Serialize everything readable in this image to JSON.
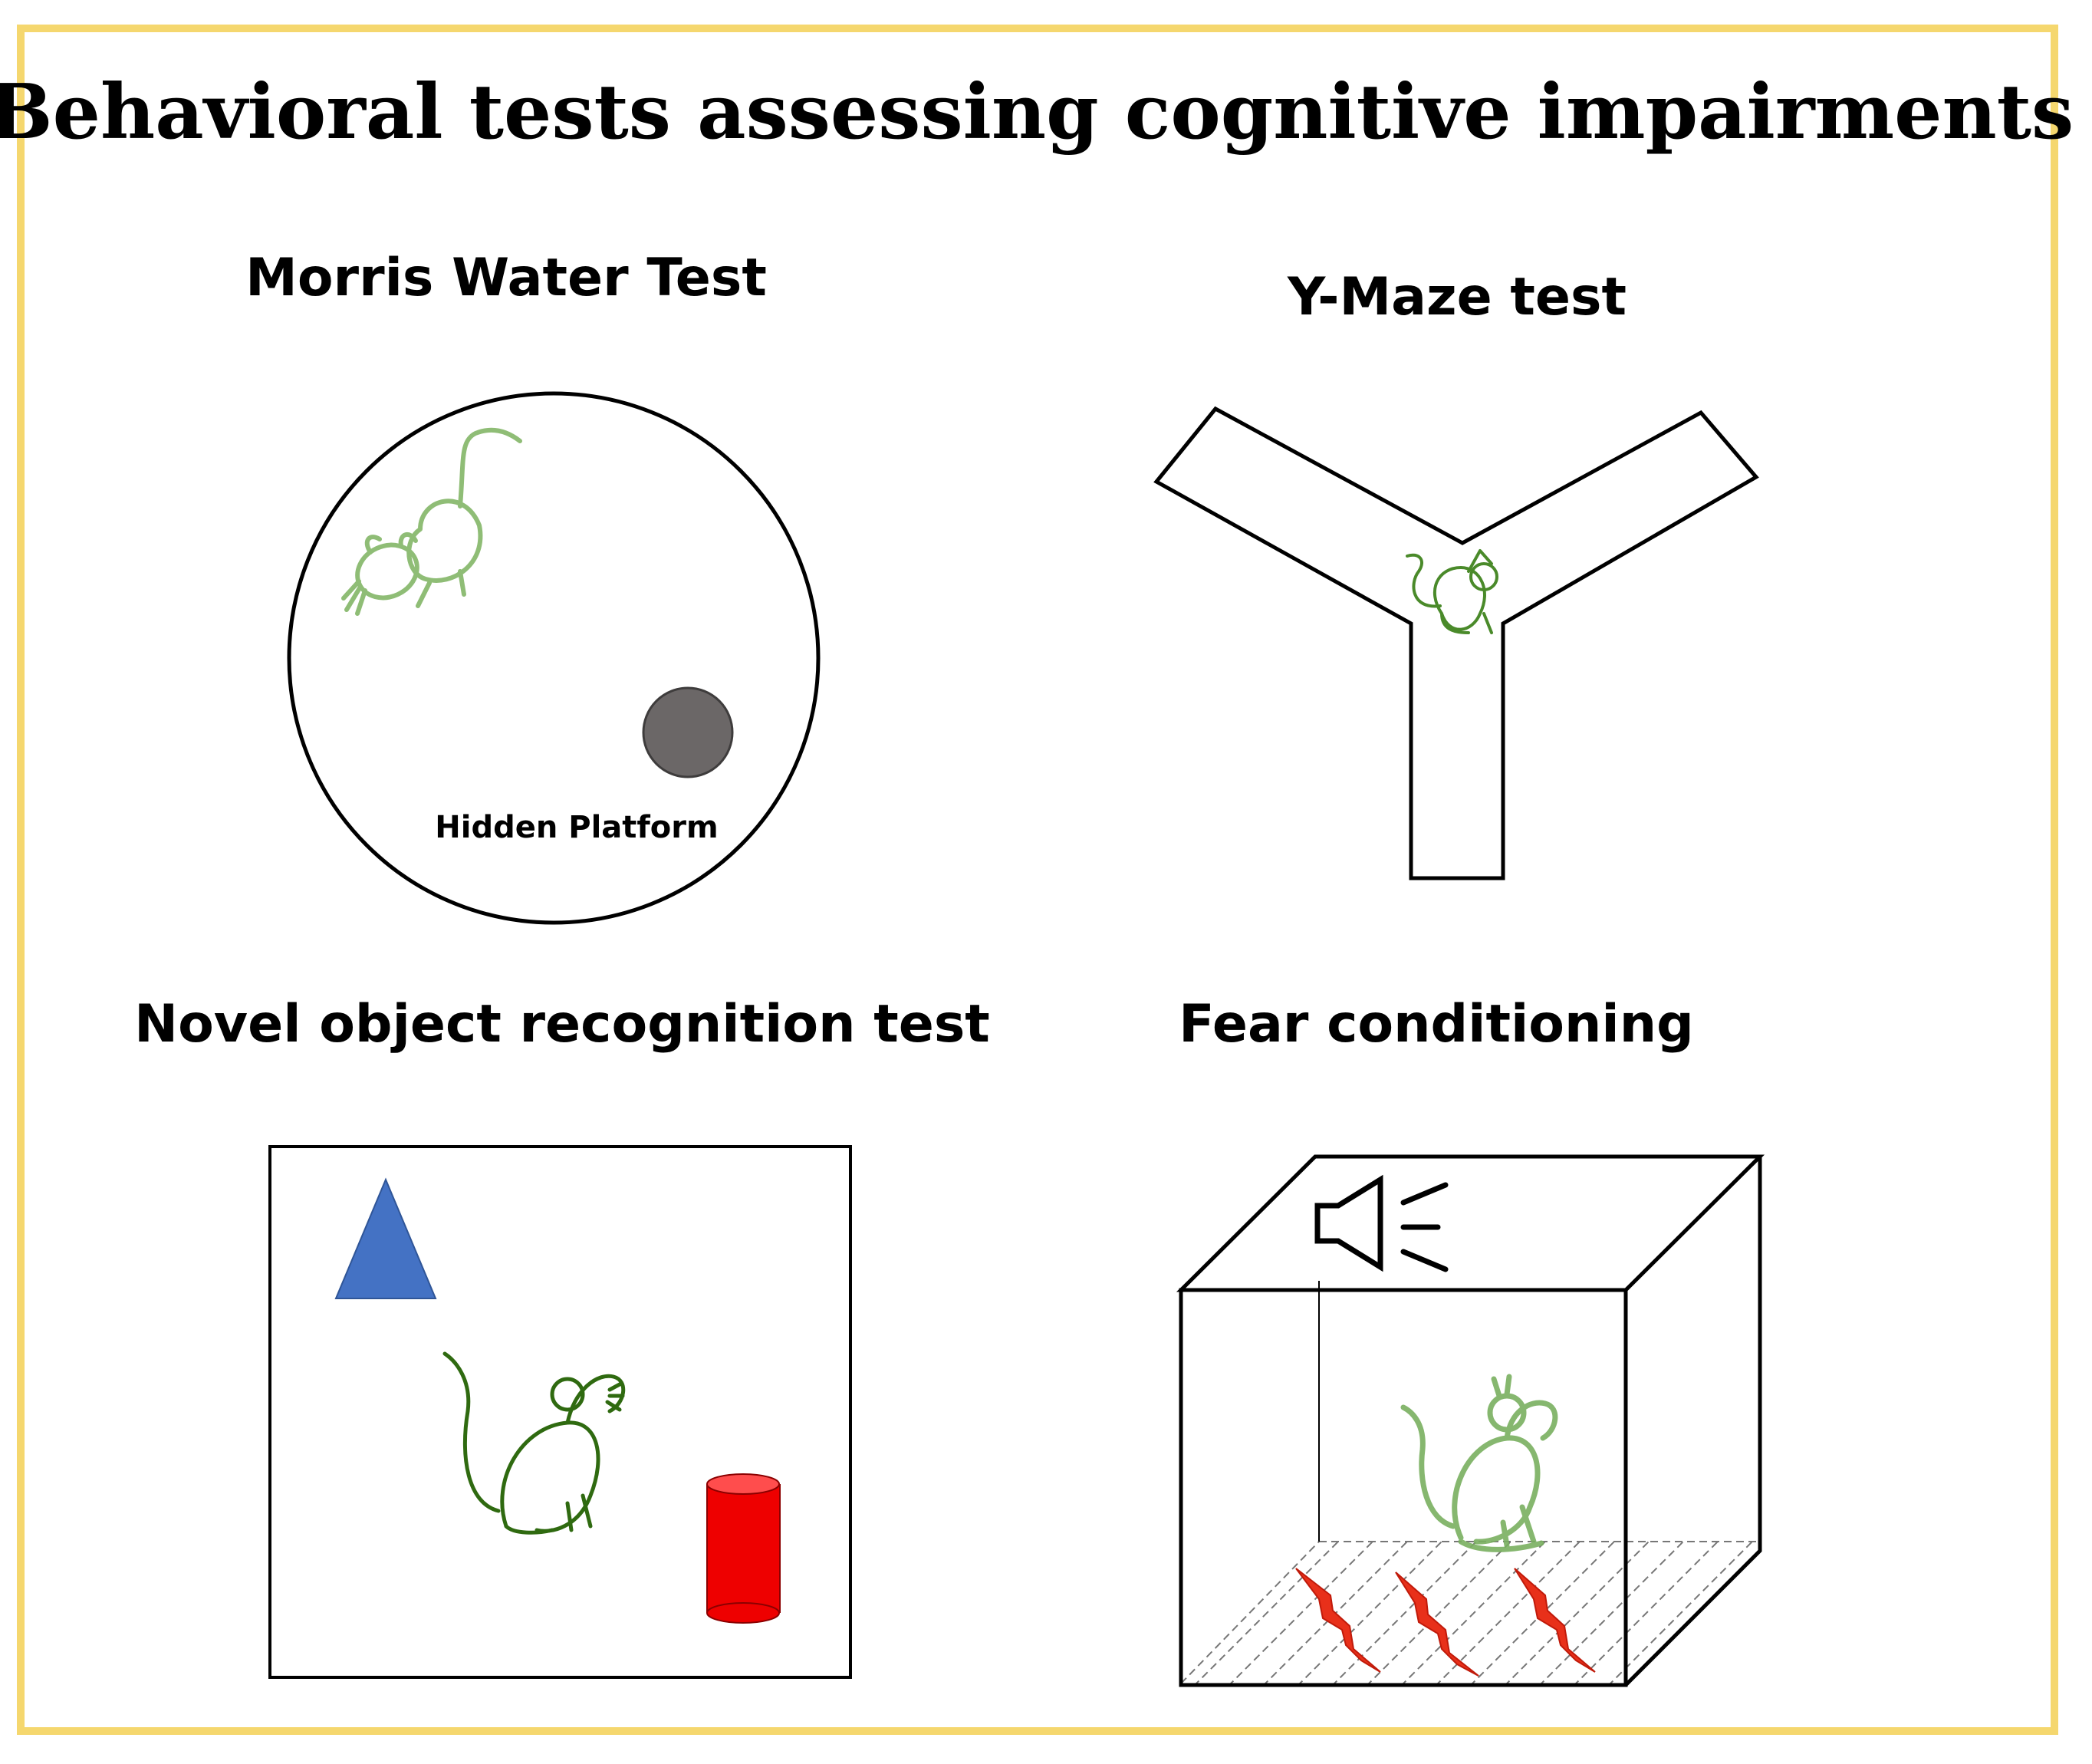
{
  "title": "Behavioral tests assessing cognitive impairments",
  "panels": {
    "morris": {
      "title": "Morris Water Test",
      "platform_label": "Hidden Platform",
      "icon": "mouse-icon"
    },
    "ymaze": {
      "title": "Y-Maze test",
      "icon": "mouse-icon"
    },
    "novel_object": {
      "title": "Novel object recognition test",
      "objects": [
        "triangle",
        "cylinder"
      ],
      "icon": "mouse-icon"
    },
    "fear": {
      "title": "Fear conditioning",
      "icons": [
        "speaker-icon",
        "lightning-icon",
        "mouse-icon"
      ]
    }
  },
  "colors": {
    "frame": "#f5d76e",
    "mouse": "#4a8a2a",
    "platform": "#6b6767",
    "triangle": "#4472c4",
    "cylinder": "#ee0000",
    "shock": "#e8301a"
  }
}
